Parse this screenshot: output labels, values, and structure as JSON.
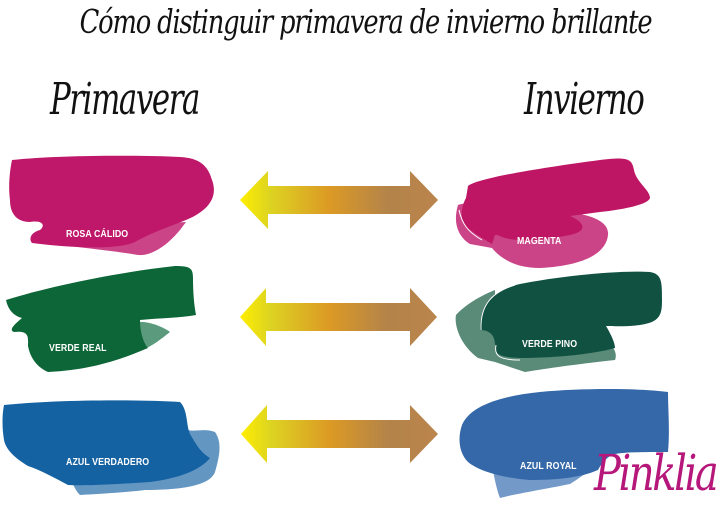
{
  "title": "Cómo distinguir primavera de invierno brillante",
  "columns": {
    "left": "Primavera",
    "right": "Invierno"
  },
  "pairs": [
    {
      "left": {
        "label": "ROSA CÁLIDO",
        "color": "#bf1769",
        "accent": "#cc4488"
      },
      "right": {
        "label": "MAGENTA",
        "color": "#be1664",
        "accent": "#cc4488"
      }
    },
    {
      "left": {
        "label": "VERDE REAL",
        "color": "#0d6638",
        "accent": "#5b9a7c"
      },
      "right": {
        "label": "VERDE PINO",
        "color": "#115142",
        "accent": "#5a8a78"
      }
    },
    {
      "left": {
        "label": "AZUL VERDADERO",
        "color": "#1562a2",
        "accent": "#6496c2"
      },
      "right": {
        "label": "AZUL ROYAL",
        "color": "#3468a8",
        "accent": "#7299c8"
      }
    }
  ],
  "arrow_gradient": [
    "#ffee00",
    "#ddcc22",
    "#dd9922",
    "#b88848",
    "#b5804a"
  ],
  "brand": {
    "name": "Pinklia",
    "color": "#b5187a"
  }
}
